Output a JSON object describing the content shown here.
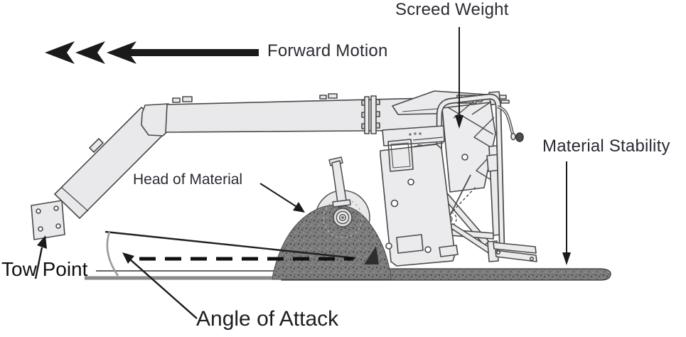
{
  "figure": {
    "labels": {
      "screed_weight": "Screed Weight",
      "forward_motion": "Forward Motion",
      "material_stability": "Material Stability",
      "head_of_material": "Head of Material",
      "tow_point": "Tow Point",
      "angle_of_attack": "Angle of Attack"
    },
    "colors": {
      "background": "#ffffff",
      "outline": "#4a4a4a",
      "machine_fill": "#ebebed",
      "material_fill": "#7d7d7d",
      "arrow_black": "#1a1a1a",
      "label_text": "#2b2b33",
      "ground_gray": "#8a8a8a"
    }
  }
}
